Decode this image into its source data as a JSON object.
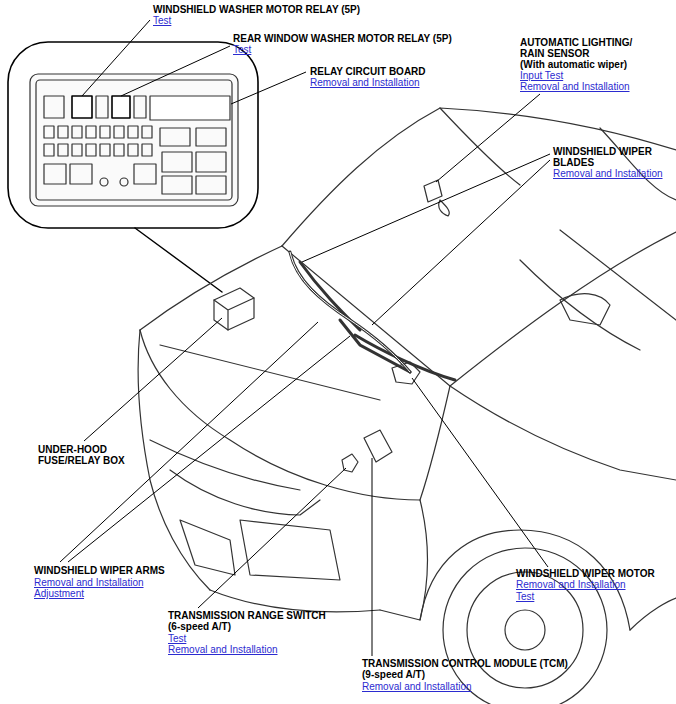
{
  "diagram": {
    "labels": [
      "WINDSHIELD WASHER MOTOR RELAY (5P)",
      "Test",
      "REAR WINDOW WASHER MOTOR RELAY (5P)",
      "Test",
      "RELAY CIRCUIT BOARD",
      "Removal and Installation",
      "AUTOMATIC LIGHTING/ RAIN SENSOR",
      "(With automatic wiper)",
      "Input Test",
      "Removal and Installation",
      "WINDSHIELD WIPER BLADES",
      "Removal and Installation",
      "UNDER-HOOD FUSE/RELAY BOX",
      "WINDSHIELD WIPER ARMS",
      "Removal and Installation",
      "Adjustment",
      "WINDSHIELD WIPER MOTOR",
      "Removal and Installation",
      "Test",
      "TRANSMISSION RANGE SWITCH",
      "(6-speed A/T)",
      "Test",
      "Removal and Installation",
      "TRANSMISSION CONTROL MODULE (TCM)",
      "(9-speed A/T)",
      "Removal and Installation"
    ]
  }
}
